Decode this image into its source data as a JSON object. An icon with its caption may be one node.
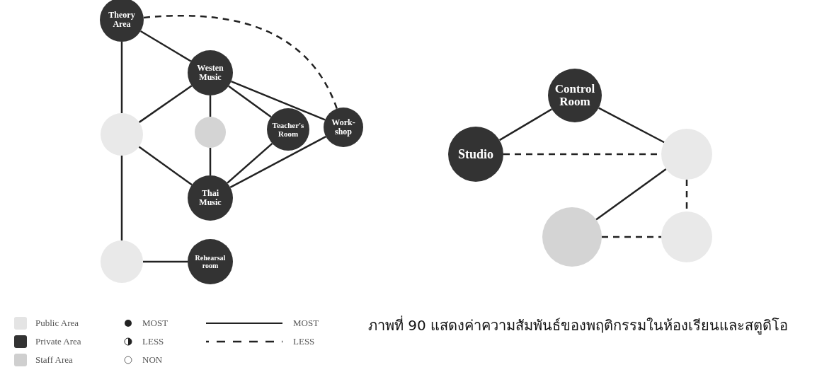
{
  "diagram": {
    "caption": "ภาพที่ 90 แสดงค่าความสัมพันธ์ของพฤติกรรมในห้องเรียนและสตูดิโอ",
    "nodes": [
      {
        "text": [
          "Theory Area"
        ]
      },
      {
        "text": [
          "Westen Music"
        ]
      },
      {
        "text": [],
        "shape": "circle"
      },
      {
        "text": [],
        "shape": "circle"
      },
      {
        "text": [
          "Teacher's Room"
        ]
      },
      {
        "text": [
          "Work-shop"
        ]
      },
      {
        "text": [
          "Thai Music"
        ]
      },
      {
        "text": [],
        "shape": "circle"
      },
      {
        "text": [
          "Rehearsal room"
        ]
      },
      {
        "text": [
          "Control Room"
        ]
      },
      {
        "text": [
          "Studio"
        ]
      },
      {
        "text": [],
        "shape": "circle"
      },
      {
        "text": [],
        "shape": "circle"
      },
      {
        "text": [],
        "shape": "circle"
      }
    ],
    "edges": [
      {
        "from": 0,
        "to": 1,
        "arrow": "none"
      },
      {
        "from": 0,
        "to": 5,
        "arrow": "none",
        "style": "dashed"
      },
      {
        "from": 0,
        "to": 2,
        "arrow": "none"
      },
      {
        "from": 1,
        "to": 2,
        "arrow": "none"
      },
      {
        "from": 1,
        "to": 3,
        "arrow": "none"
      },
      {
        "from": 1,
        "to": 4,
        "arrow": "none"
      },
      {
        "from": 1,
        "to": 5,
        "arrow": "none"
      },
      {
        "from": 2,
        "to": 6,
        "arrow": "none"
      },
      {
        "from": 3,
        "to": 6,
        "arrow": "none"
      },
      {
        "from": 4,
        "to": 6,
        "arrow": "none"
      },
      {
        "from": 5,
        "to": 6,
        "arrow": "none"
      },
      {
        "from": 2,
        "to": 7,
        "arrow": "none"
      },
      {
        "from": 7,
        "to": 8,
        "arrow": "none"
      },
      {
        "from": 10,
        "to": 9,
        "arrow": "none"
      },
      {
        "from": 9,
        "to": 11,
        "arrow": "none"
      },
      {
        "from": 10,
        "to": 11,
        "arrow": "none",
        "style": "dashed"
      },
      {
        "from": 11,
        "to": 12,
        "arrow": "none"
      },
      {
        "from": 11,
        "to": 13,
        "arrow": "none",
        "style": "dashed"
      },
      {
        "from": 12,
        "to": 13,
        "arrow": "none",
        "style": "dashed"
      }
    ],
    "legend": [
      {
        "text": "Public Area",
        "color": "#e4e4e4"
      },
      {
        "text": "Private Area",
        "color": "#333333"
      },
      {
        "text": "Staff Area",
        "color": "#cfcfcf"
      },
      {
        "text": "MOST"
      },
      {
        "text": "LESS"
      },
      {
        "text": "NON"
      },
      {
        "text": "MOST"
      },
      {
        "text": "LESS"
      }
    ]
  }
}
